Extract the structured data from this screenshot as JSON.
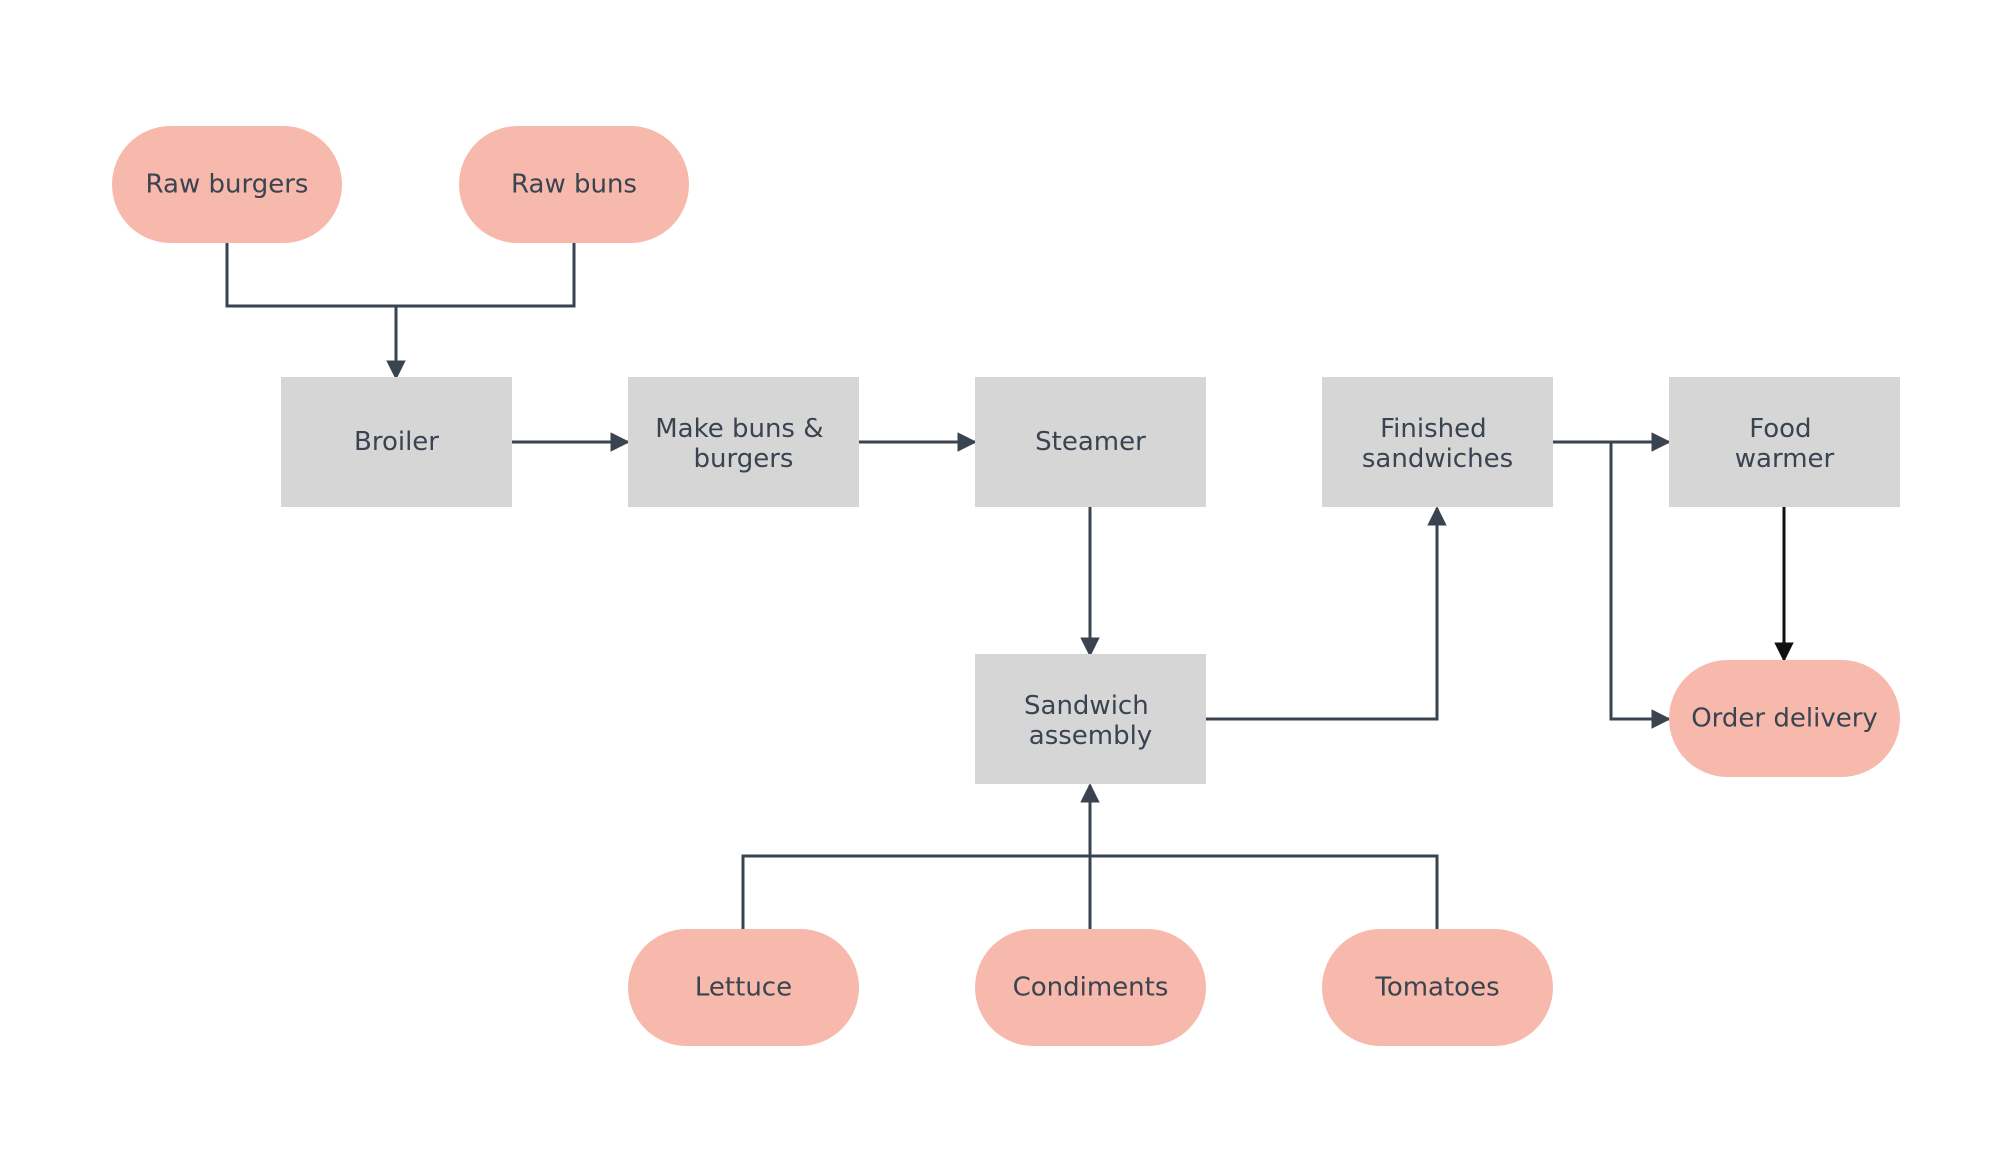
{
  "colors": {
    "background": "#ffffff",
    "terminal_fill": "#f7b9ab",
    "process_fill": "#d6d6d6",
    "text": "#3a4350",
    "connector": "#3a4350",
    "connector_dark": "#111111"
  },
  "nodes": {
    "raw_burgers": {
      "lines": [
        "Raw burgers"
      ],
      "kind": "terminal"
    },
    "raw_buns": {
      "lines": [
        "Raw buns"
      ],
      "kind": "terminal"
    },
    "broiler": {
      "lines": [
        "Broiler"
      ],
      "kind": "process"
    },
    "make_buns_burgers": {
      "lines": [
        "Make buns &",
        "burgers"
      ],
      "kind": "process"
    },
    "steamer": {
      "lines": [
        "Steamer"
      ],
      "kind": "process"
    },
    "finished_sandwiches": {
      "lines": [
        "Finished",
        "sandwiches"
      ],
      "kind": "process"
    },
    "food_warmer": {
      "lines": [
        "Food",
        "warmer"
      ],
      "kind": "process"
    },
    "sandwich_assembly": {
      "lines": [
        "Sandwich",
        "assembly"
      ],
      "kind": "process"
    },
    "order_delivery": {
      "lines": [
        "Order delivery"
      ],
      "kind": "terminal"
    },
    "lettuce": {
      "lines": [
        "Lettuce"
      ],
      "kind": "terminal"
    },
    "condiments": {
      "lines": [
        "Condiments"
      ],
      "kind": "terminal"
    },
    "tomatoes": {
      "lines": [
        "Tomatoes"
      ],
      "kind": "terminal"
    }
  },
  "edges": [
    {
      "from": "raw_burgers",
      "to": "broiler"
    },
    {
      "from": "raw_buns",
      "to": "broiler"
    },
    {
      "from": "broiler",
      "to": "make_buns_burgers"
    },
    {
      "from": "make_buns_burgers",
      "to": "steamer"
    },
    {
      "from": "steamer",
      "to": "sandwich_assembly"
    },
    {
      "from": "sandwich_assembly",
      "to": "finished_sandwiches"
    },
    {
      "from": "finished_sandwiches",
      "to": "food_warmer"
    },
    {
      "from": "finished_sandwiches",
      "to": "order_delivery"
    },
    {
      "from": "food_warmer",
      "to": "order_delivery"
    },
    {
      "from": "lettuce",
      "to": "sandwich_assembly"
    },
    {
      "from": "condiments",
      "to": "sandwich_assembly"
    },
    {
      "from": "tomatoes",
      "to": "sandwich_assembly"
    }
  ]
}
